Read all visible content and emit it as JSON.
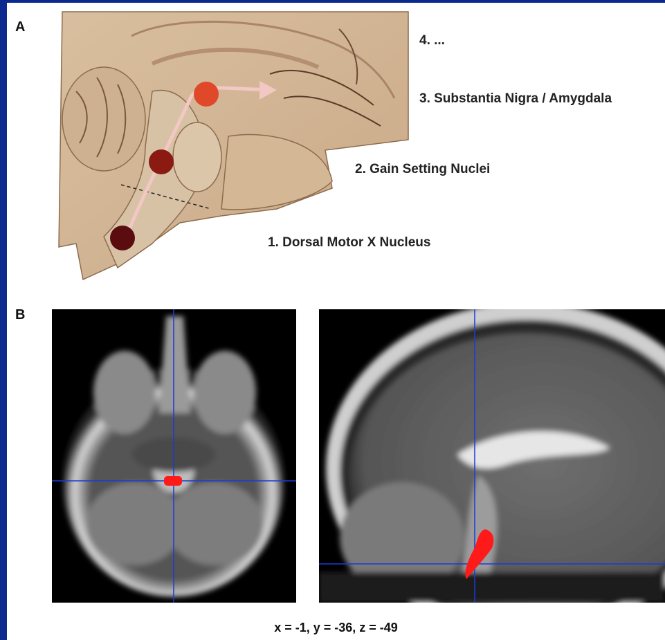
{
  "panels": {
    "a": {
      "letter": "A"
    },
    "b": {
      "letter": "B"
    }
  },
  "stages": [
    {
      "label": "1. Dorsal Motor X Nucleus",
      "color": "#5a0c0e"
    },
    {
      "label": "2. Gain Setting Nuclei",
      "color": "#8a1a12"
    },
    {
      "label": "3. Substantia Nigra / Amygdala",
      "color": "#e0482a"
    },
    {
      "label": "4. ..."
    }
  ],
  "coordinates": "x = -1, y = -36, z = -49",
  "colors": {
    "background_frame": "#0c2a8e",
    "crosshair": "#1a3bd6",
    "highlight": "#ff1a1a",
    "arrow": "#f2c7c4"
  }
}
